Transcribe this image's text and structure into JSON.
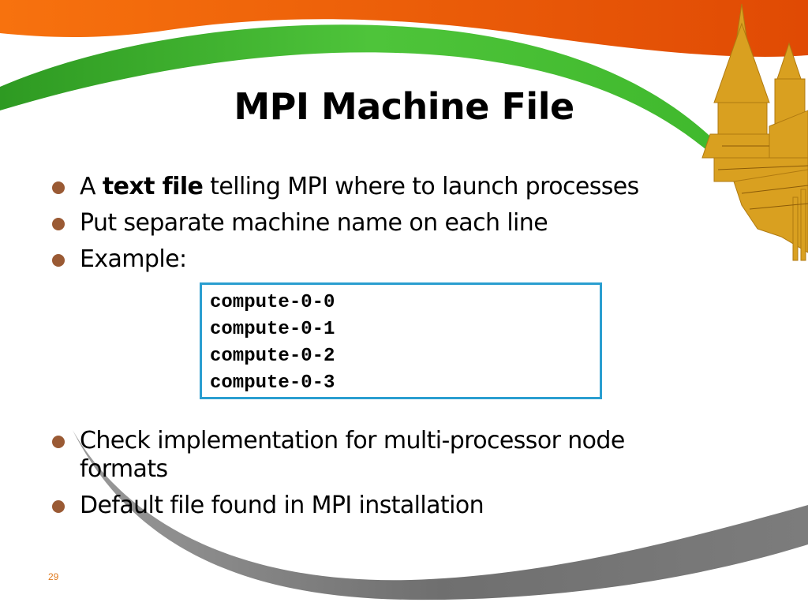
{
  "slide": {
    "title": "MPI Machine File",
    "bullets": [
      {
        "prefix": "A ",
        "bold": "text file",
        "suffix": " telling MPI where to launch processes"
      },
      {
        "text": "Put separate machine name on each line"
      },
      {
        "text": "Example:"
      },
      {
        "line1": "Check implementation for multi-processor node",
        "line2": "formats"
      },
      {
        "text": "Default file found in MPI installation"
      }
    ],
    "code_lines": [
      "compute-0-0",
      "compute-0-1",
      "compute-0-2",
      "compute-0-3"
    ],
    "page_number": "29"
  },
  "theme": {
    "orange": "#f05a0a",
    "green": "#3fb82c",
    "gray": "#808080",
    "gold": "#d9a020",
    "bullet_color": "#9a5a34",
    "code_border": "#2a9ed0"
  }
}
